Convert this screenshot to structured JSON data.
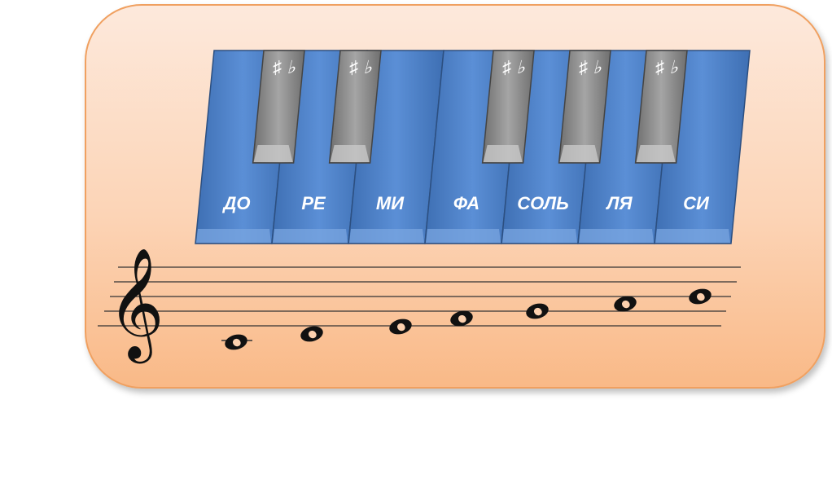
{
  "keys": {
    "white": [
      {
        "id": "do",
        "label": "ДО"
      },
      {
        "id": "re",
        "label": "РЕ"
      },
      {
        "id": "mi",
        "label": "МИ"
      },
      {
        "id": "fa",
        "label": "ФА"
      },
      {
        "id": "sol",
        "label": "СОЛЬ"
      },
      {
        "id": "lya",
        "label": "ЛЯ"
      },
      {
        "id": "si",
        "label": "СИ"
      }
    ],
    "black": [
      {
        "id": "do-sharp",
        "label": "♯ ♭"
      },
      {
        "id": "re-sharp",
        "label": "♯ ♭"
      },
      {
        "id": "fa-sharp",
        "label": "♯ ♭"
      },
      {
        "id": "sol-sharp",
        "label": "♯ ♭"
      },
      {
        "id": "lya-sharp",
        "label": "♯ ♭"
      }
    ]
  },
  "staff": {
    "clef": "𝄞",
    "notes": [
      "do",
      "re",
      "mi",
      "fa",
      "sol",
      "lya",
      "si"
    ]
  },
  "colors": {
    "white_key": "#4f81c8",
    "white_key_dark": "#2f5e9e",
    "black_key": "#8a8a8a",
    "panel_border": "#f0a060",
    "label": "#ffffff"
  }
}
